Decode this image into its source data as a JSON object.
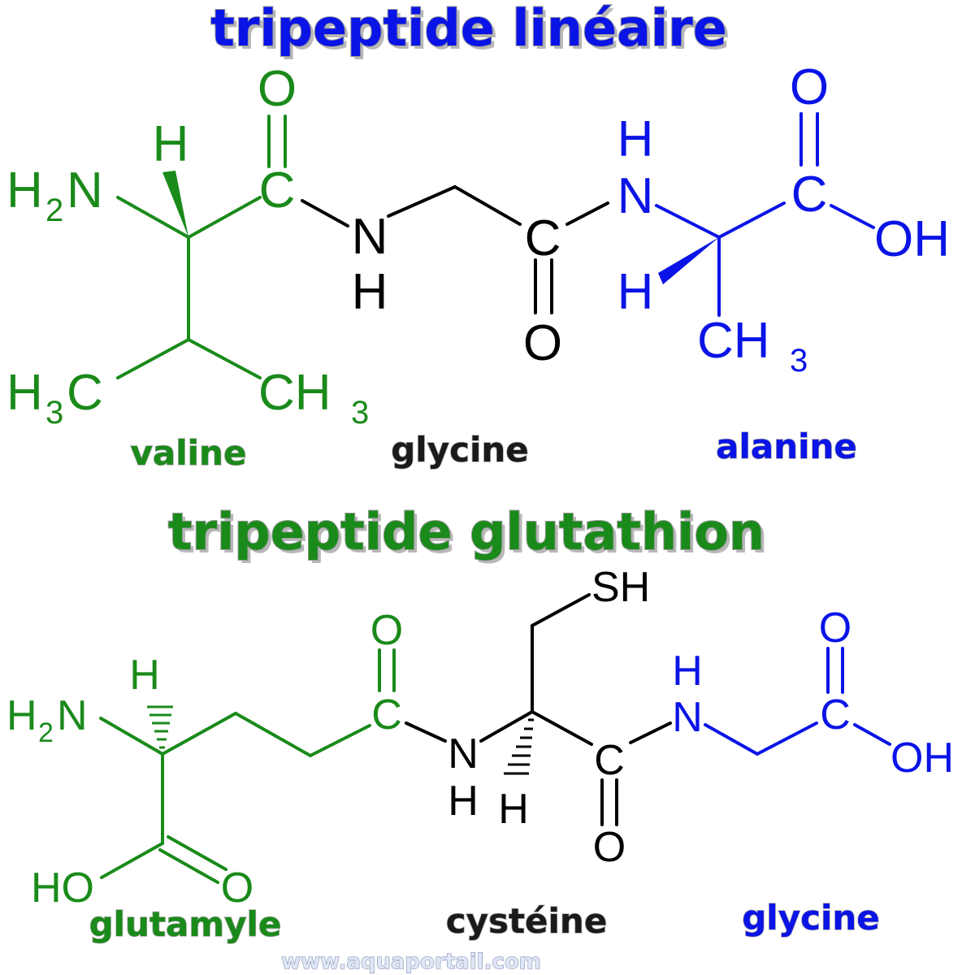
{
  "colors": {
    "blue": "#0a14e6",
    "green": "#1a8a1a",
    "black": "#000000"
  },
  "linear": {
    "title": "tripeptide linéaire",
    "residues": [
      "valine",
      "glycine",
      "alanine"
    ],
    "atoms": {
      "valine_o": "O",
      "valine_h": "H",
      "valine_h2n": "H",
      "valine_h2n_sub": "2",
      "valine_h2n_n": "N",
      "valine_c": "C",
      "valine_h3c_h": "H",
      "valine_h3c_sub": "3",
      "valine_h3c_c": "C",
      "valine_ch3_c": "CH",
      "valine_ch3_sub": "3",
      "glycine_n": "N",
      "glycine_nh": "H",
      "glycine_c": "C",
      "glycine_o": "O",
      "alanine_nh": "H",
      "alanine_n": "N",
      "alanine_h": "H",
      "alanine_o": "O",
      "alanine_c": "C",
      "alanine_oh": "OH",
      "alanine_ch3": "CH",
      "alanine_ch3_sub": "3"
    }
  },
  "glutathione": {
    "title": "tripeptide glutathion",
    "residues": [
      "glutamyle",
      "cystéine",
      "glycine"
    ],
    "atoms": {
      "glu_h": "H",
      "glu_h2n": "H",
      "glu_h2n_sub": "2",
      "glu_h2n_n": "N",
      "glu_o": "O",
      "glu_c": "C",
      "glu_ho": "HO",
      "glu_o2": "O",
      "cys_sh": "SH",
      "cys_n": "N",
      "cys_nh": "H",
      "cys_h": "H",
      "cys_c": "C",
      "cys_o": "O",
      "gly_nh": "H",
      "gly_n": "N",
      "gly_o": "O",
      "gly_c": "C",
      "gly_oh": "OH"
    }
  },
  "watermark": "www.aquaportail.com"
}
